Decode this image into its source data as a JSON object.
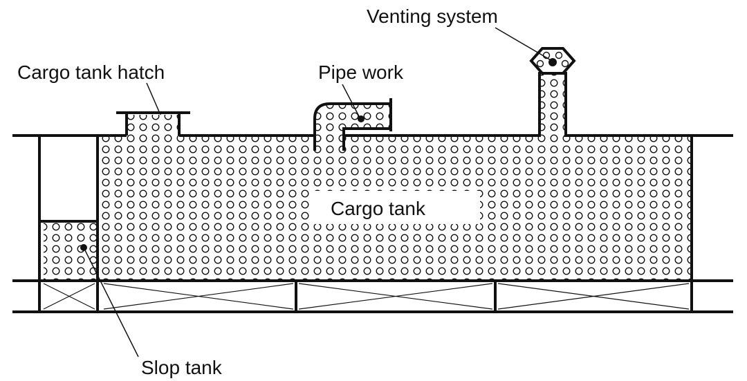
{
  "labels": {
    "venting_system": "Venting system",
    "cargo_tank_hatch": "Cargo tank hatch",
    "pipe_work": "Pipe work",
    "cargo_tank": "Cargo tank",
    "slop_tank": "Slop tank"
  },
  "colors": {
    "line": "#111111",
    "background": "#ffffff"
  }
}
